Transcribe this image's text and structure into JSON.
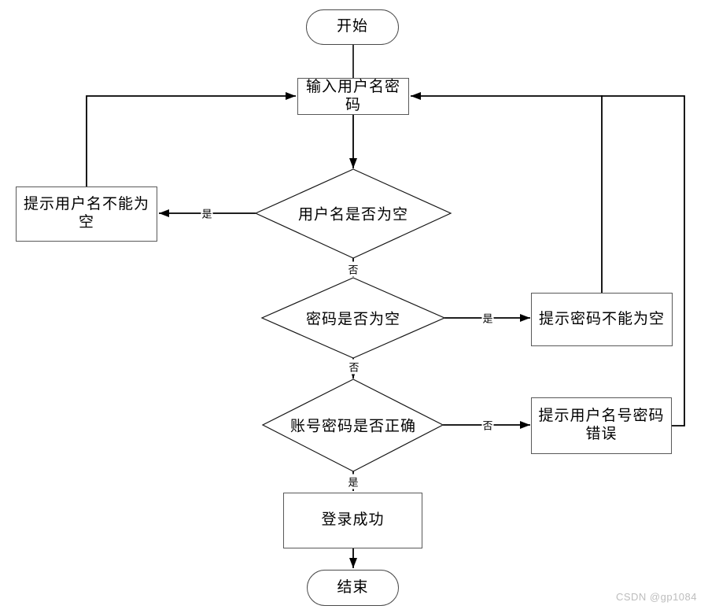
{
  "canvas": {
    "background": "#ffffff",
    "line_color": "#000000",
    "box_border_color": "#595959"
  },
  "flowchart": {
    "nodes": {
      "start": {
        "label": "开始",
        "shape": "terminator"
      },
      "input": {
        "label": "输入用户名密码",
        "shape": "process"
      },
      "check_username": {
        "label": "用户名是否为空",
        "shape": "decision"
      },
      "username_empty_hint": {
        "label": "提示用户名不能为空",
        "shape": "process"
      },
      "check_password": {
        "label": "密码是否为空",
        "shape": "decision"
      },
      "password_empty_hint": {
        "label": "提示密码不能为空",
        "shape": "process"
      },
      "check_correct": {
        "label": "账号密码是否正确",
        "shape": "decision"
      },
      "wrong_credentials_hint": {
        "label": "提示用户名号密码错误",
        "shape": "process"
      },
      "success": {
        "label": "登录成功",
        "shape": "process"
      },
      "end": {
        "label": "结束",
        "shape": "terminator"
      }
    },
    "edge_labels": {
      "username_yes": "是",
      "username_no": "否",
      "password_yes": "是",
      "password_no": "否",
      "correct_no": "否",
      "correct_yes": "是"
    },
    "edges": [
      {
        "from": "start",
        "to": "input",
        "label": ""
      },
      {
        "from": "input",
        "to": "check_username",
        "label": ""
      },
      {
        "from": "check_username",
        "to": "username_empty_hint",
        "label": "是"
      },
      {
        "from": "check_username",
        "to": "check_password",
        "label": "否"
      },
      {
        "from": "username_empty_hint",
        "to": "input",
        "label": ""
      },
      {
        "from": "check_password",
        "to": "password_empty_hint",
        "label": "是"
      },
      {
        "from": "check_password",
        "to": "check_correct",
        "label": "否"
      },
      {
        "from": "password_empty_hint",
        "to": "input",
        "label": ""
      },
      {
        "from": "check_correct",
        "to": "wrong_credentials_hint",
        "label": "否"
      },
      {
        "from": "wrong_credentials_hint",
        "to": "input",
        "label": ""
      },
      {
        "from": "check_correct",
        "to": "success",
        "label": "是"
      },
      {
        "from": "success",
        "to": "end",
        "label": ""
      }
    ]
  },
  "watermark": {
    "text": "CSDN @gp1084",
    "color": "#bdbdbd"
  }
}
